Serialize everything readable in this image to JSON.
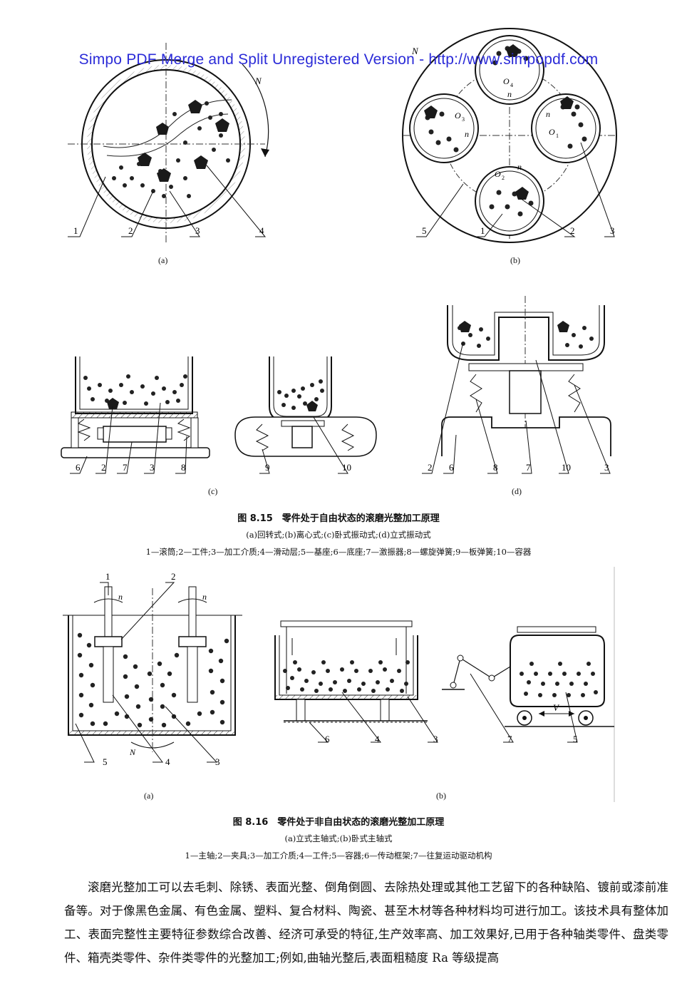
{
  "watermark": "Simpo PDF Merge and Split Unregistered Version - http://www.simpopdf.com",
  "fig815": {
    "sub_labels": [
      "(a)",
      "(b)",
      "(c)",
      "(d)"
    ],
    "callouts_a": [
      "1",
      "2",
      "3",
      "4"
    ],
    "callouts_b": [
      "5",
      "1",
      "2",
      "3"
    ],
    "callouts_c": [
      "6",
      "2",
      "7",
      "3",
      "8"
    ],
    "callouts_c2": [
      "9",
      "10"
    ],
    "callouts_d": [
      "2",
      "6",
      "8",
      "7",
      "10",
      "3"
    ],
    "symbol_N": "N",
    "symbol_n": "n",
    "centers": [
      "O1",
      "O2",
      "O3",
      "O4"
    ],
    "title": "图 8.15　零件处于自由状态的滚磨光整加工原理",
    "line1": "(a)回转式;(b)离心式;(c)卧式振动式;(d)立式振动式",
    "line2": "1—滚筒;2—工件;3—加工介质;4—滑动层;5—基座;6—底座;7—激振器;8—螺旋弹簧;9—板弹簧;10—容器"
  },
  "fig816": {
    "sub_labels": [
      "(a)",
      "(b)"
    ],
    "callouts_a_top": [
      "1",
      "2"
    ],
    "callouts_a_bottom": [
      "5",
      "4",
      "3"
    ],
    "callouts_b": [
      "6",
      "4",
      "3",
      "7",
      "5"
    ],
    "symbol_V": "V",
    "title": "图 8.16　零件处于非自由状态的滚磨光整加工原理",
    "line1": "(a)立式主轴式;(b)卧式主轴式",
    "line2": "1—主轴;2—夹具;3—加工介质;4—工件;5—容器;6—传动框架;7—往复运动驱动机构"
  },
  "body": {
    "paragraph": "滚磨光整加工可以去毛刺、除锈、表面光整、倒角倒圆、去除热处理或其他工艺留下的各种缺陷、镀前或漆前准备等。对于像黑色金属、有色金属、塑料、复合材料、陶瓷、甚至木材等各种材料均可进行加工。该技术具有整体加工、表面完整性主要特征参数综合改善、经济可承受的特征,生产效率高、加工效果好,已用于各种轴类零件、盘类零件、箱壳类零件、杂件类零件的光整加工;例如,曲轴光整后,表面粗糙度 Ra 等级提高"
  }
}
